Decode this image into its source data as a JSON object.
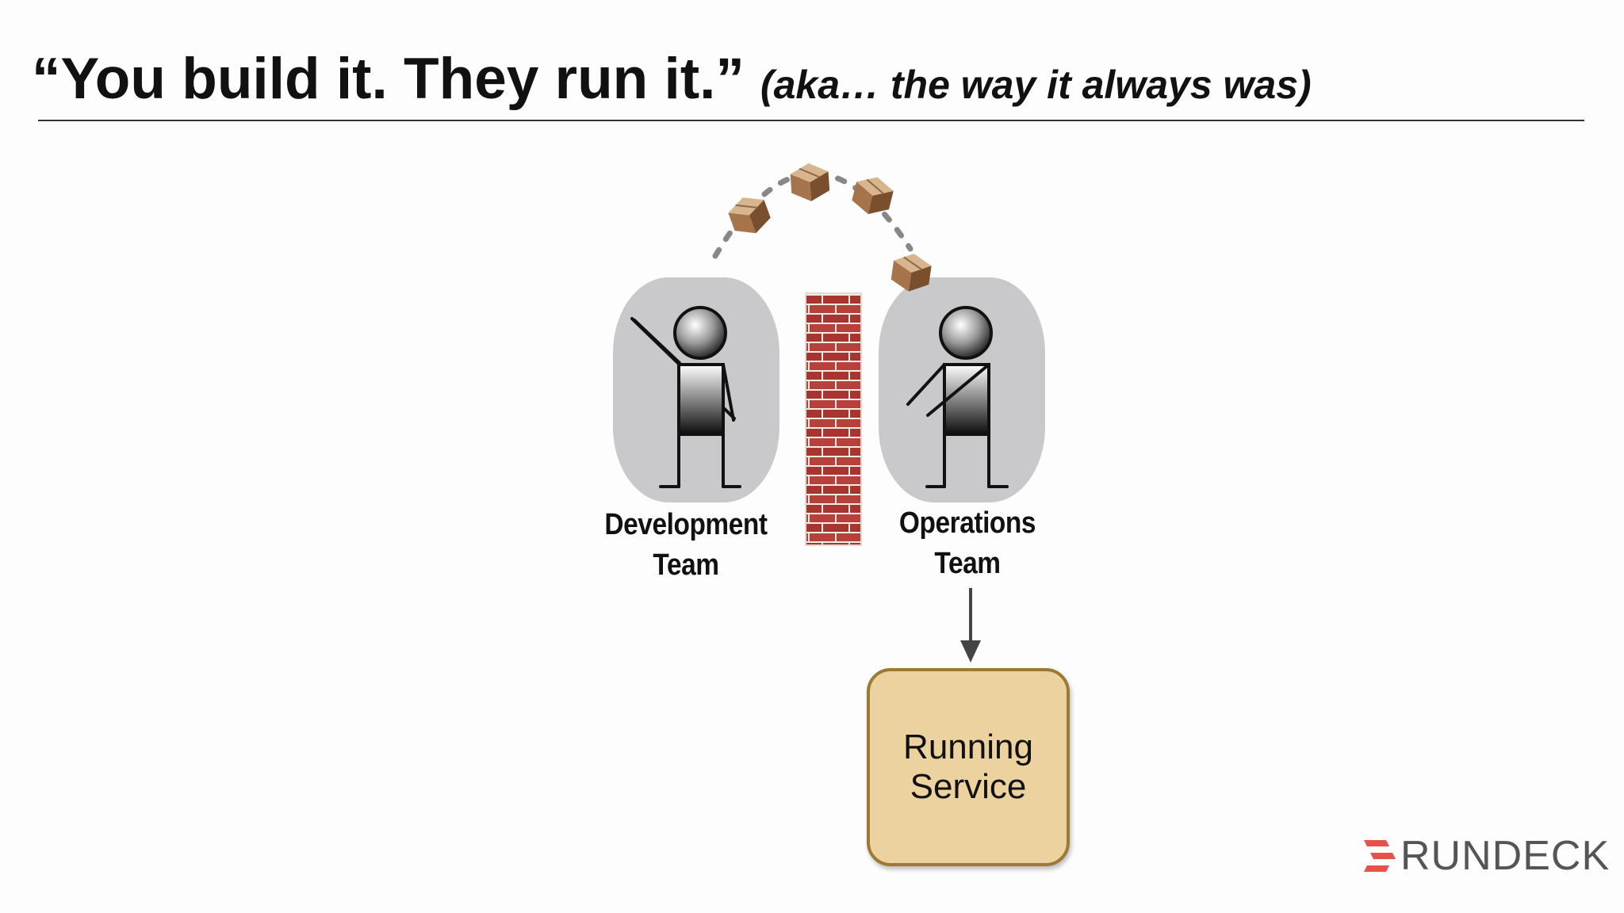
{
  "slide": {
    "title_main": "“You build it. They run it.”",
    "title_sub": "(aka… the way it always was)"
  },
  "diagram": {
    "dev_team": {
      "line1": "Development",
      "line2": "Team"
    },
    "ops_team": {
      "line1": "Operations",
      "line2": "Team"
    },
    "service": {
      "line1": "Running",
      "line2": "Service"
    }
  },
  "logo": {
    "text": "RUNDECK",
    "accent_color": "#e8504a"
  },
  "colors": {
    "capsule": "#c9c9cb",
    "brick": "#b8403a",
    "mortar": "#f2ece6",
    "service_fill": "#ecd29f",
    "service_border": "#9c7a32",
    "box_brown": "#a6744a"
  },
  "icons": [
    "stick-figure-icon",
    "brick-wall-icon",
    "cardboard-box-icon",
    "rundeck-logo-icon"
  ]
}
